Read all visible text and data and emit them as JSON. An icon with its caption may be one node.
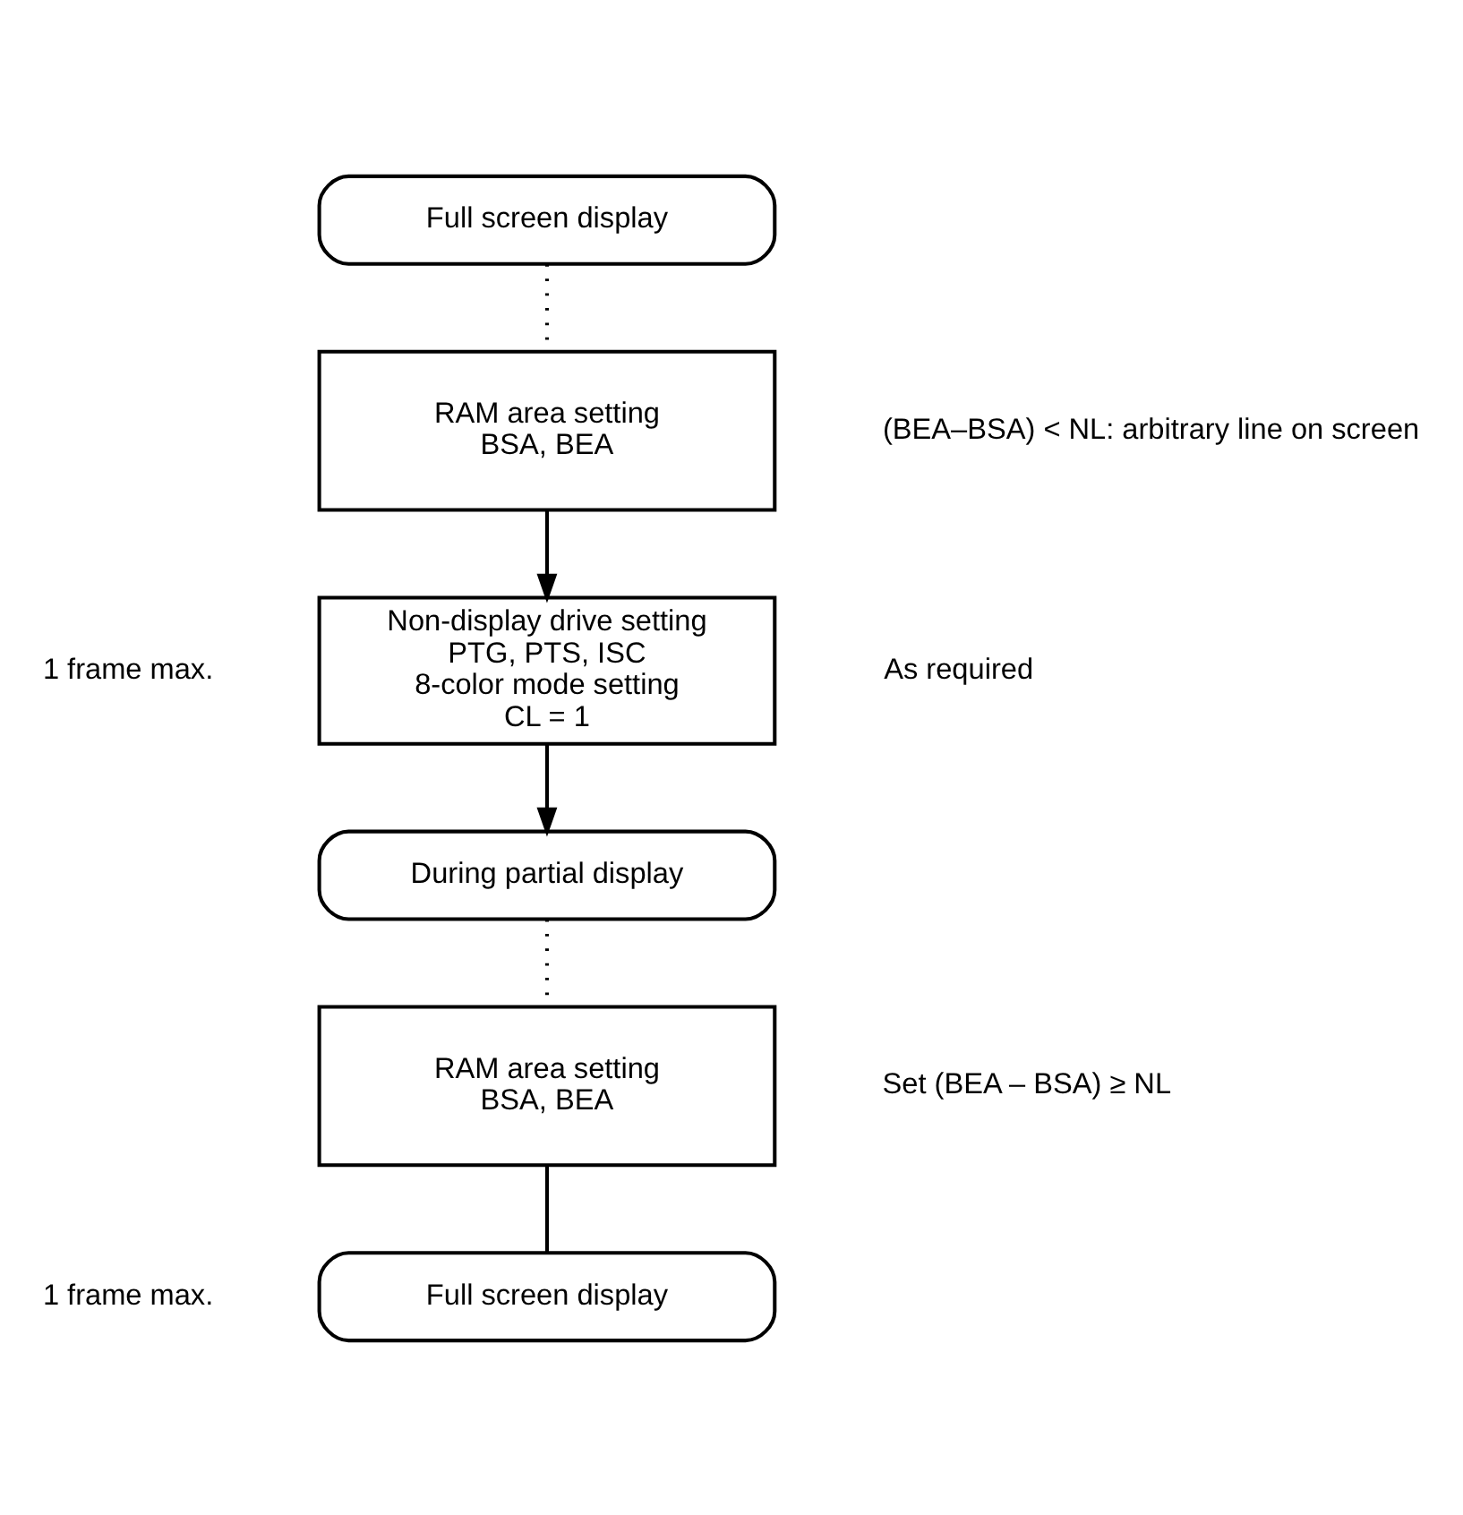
{
  "diagram": {
    "nodes": [
      {
        "text": [
          "Full screen display"
        ]
      },
      {
        "text": [
          "RAM area setting",
          "BSA, BEA"
        ],
        "beside": [
          "(BEA–BSA) < NL: arbitrary line on screen"
        ]
      },
      {
        "text": [
          "Non-display drive setting",
          "PTG, PTS, ISC",
          "8-color mode setting",
          "CL = 1"
        ],
        "beside": [
          "As required"
        ]
      },
      {
        "text": [
          "During partial display"
        ]
      },
      {
        "text": [
          "RAM area setting",
          "BSA, BEA"
        ],
        "beside": [
          "Set (BEA – BSA) ≥ NL"
        ]
      },
      {
        "text": [
          "Full screen display"
        ]
      }
    ],
    "edges": [
      {
        "from": 0,
        "to": 1,
        "arrow": "none",
        "style": "dashed"
      },
      {
        "from": 1,
        "to": 2,
        "arrow": "to"
      },
      {
        "from": 2,
        "to": 3,
        "arrow": "to"
      },
      {
        "from": 3,
        "to": 4,
        "arrow": "none",
        "style": "dashed"
      },
      {
        "from": 4,
        "to": 5,
        "arrow": "none"
      }
    ],
    "labels": [
      "1 frame max.",
      "1 frame max."
    ]
  }
}
